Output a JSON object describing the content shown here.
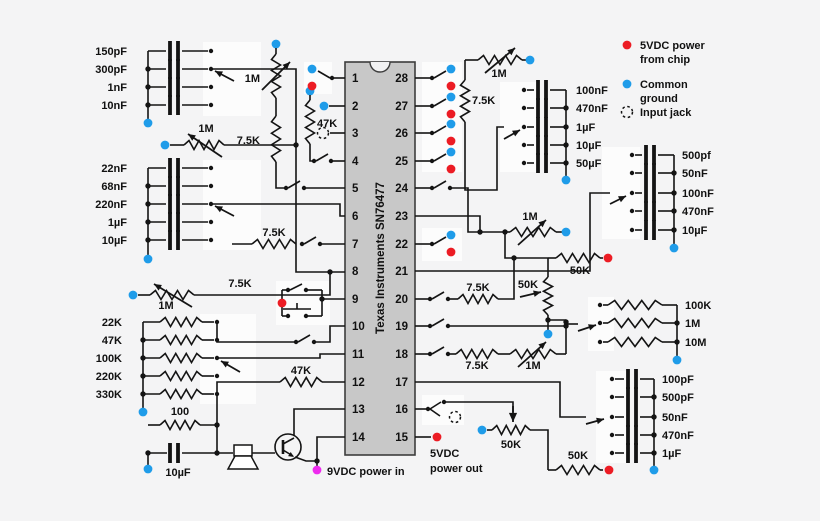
{
  "colors": {
    "common_ground": "#1f9ce9",
    "power_5vdc": "#ec1c24",
    "power_in_9vdc": "#ee2bee",
    "wire": "#141414",
    "chip_fill": "#c8c8c8"
  },
  "legend": {
    "power_line1": "5VDC power",
    "power_line2": "from chip",
    "ground_line1": "Common",
    "ground_line2": "ground",
    "jack_label": "Input jack"
  },
  "chip": {
    "label": "Texas Instruments SN76477",
    "left_pins": [
      "1",
      "2",
      "3",
      "4",
      "5",
      "6",
      "7",
      "8",
      "9",
      "10",
      "11",
      "12",
      "13",
      "14"
    ],
    "right_pins": [
      "28",
      "27",
      "26",
      "25",
      "24",
      "23",
      "22",
      "21",
      "20",
      "19",
      "18",
      "17",
      "16",
      "15"
    ]
  },
  "banks": {
    "timing_caps_a": {
      "labels": [
        "150pF",
        "300pF",
        "1nF",
        "10nF"
      ]
    },
    "timing_caps_b": {
      "labels": [
        "22nF",
        "68nF",
        "220nF",
        "1µF",
        "10µF"
      ]
    },
    "resistors_left": {
      "labels": [
        "22K",
        "47K",
        "100K",
        "220K",
        "330K"
      ]
    },
    "caps_right_top": {
      "labels": [
        "100nF",
        "470nF",
        "1µF",
        "10µF",
        "50µF"
      ]
    },
    "caps_right_mid": {
      "labels": [
        "500pf",
        "50nF",
        "100nF",
        "470nF",
        "10µF"
      ]
    },
    "resistors_right": {
      "labels": [
        "100K",
        "1M",
        "10M"
      ]
    },
    "caps_right_bottom": {
      "labels": [
        "100pF",
        "500pF",
        "50nF",
        "470nF",
        "1µF"
      ]
    }
  },
  "part_labels": {
    "pot_1m_left_top": "1M",
    "r_7k5_left_top": "7.5K",
    "r_47k_left_top": "47K",
    "pot_1m_left_mid": "1M",
    "r_7k5_pin7": "7.5K",
    "pot_1m_left_bottom": "1M",
    "r_7k5_pin8": "7.5K",
    "r_100": "100",
    "cap_10uf_bottom": "10µF",
    "r_47k_bottom": "47K",
    "pot_1m_right_top": "1M",
    "r_7k5_right_top": "7.5K",
    "pot_1m_pin23": "1M",
    "r_50k_pin22": "50K",
    "pot_50k_mid": "50K",
    "r_7k5_pin20": "7.5K",
    "r_7k5_pin18": "7.5K",
    "pot_1m_pin18": "1M",
    "pot_50k_bottom": "50K",
    "r_50k_bottom": "50K"
  },
  "power": {
    "in_label": "9VDC power in",
    "out_line1": "5VDC",
    "out_line2": "power out"
  }
}
